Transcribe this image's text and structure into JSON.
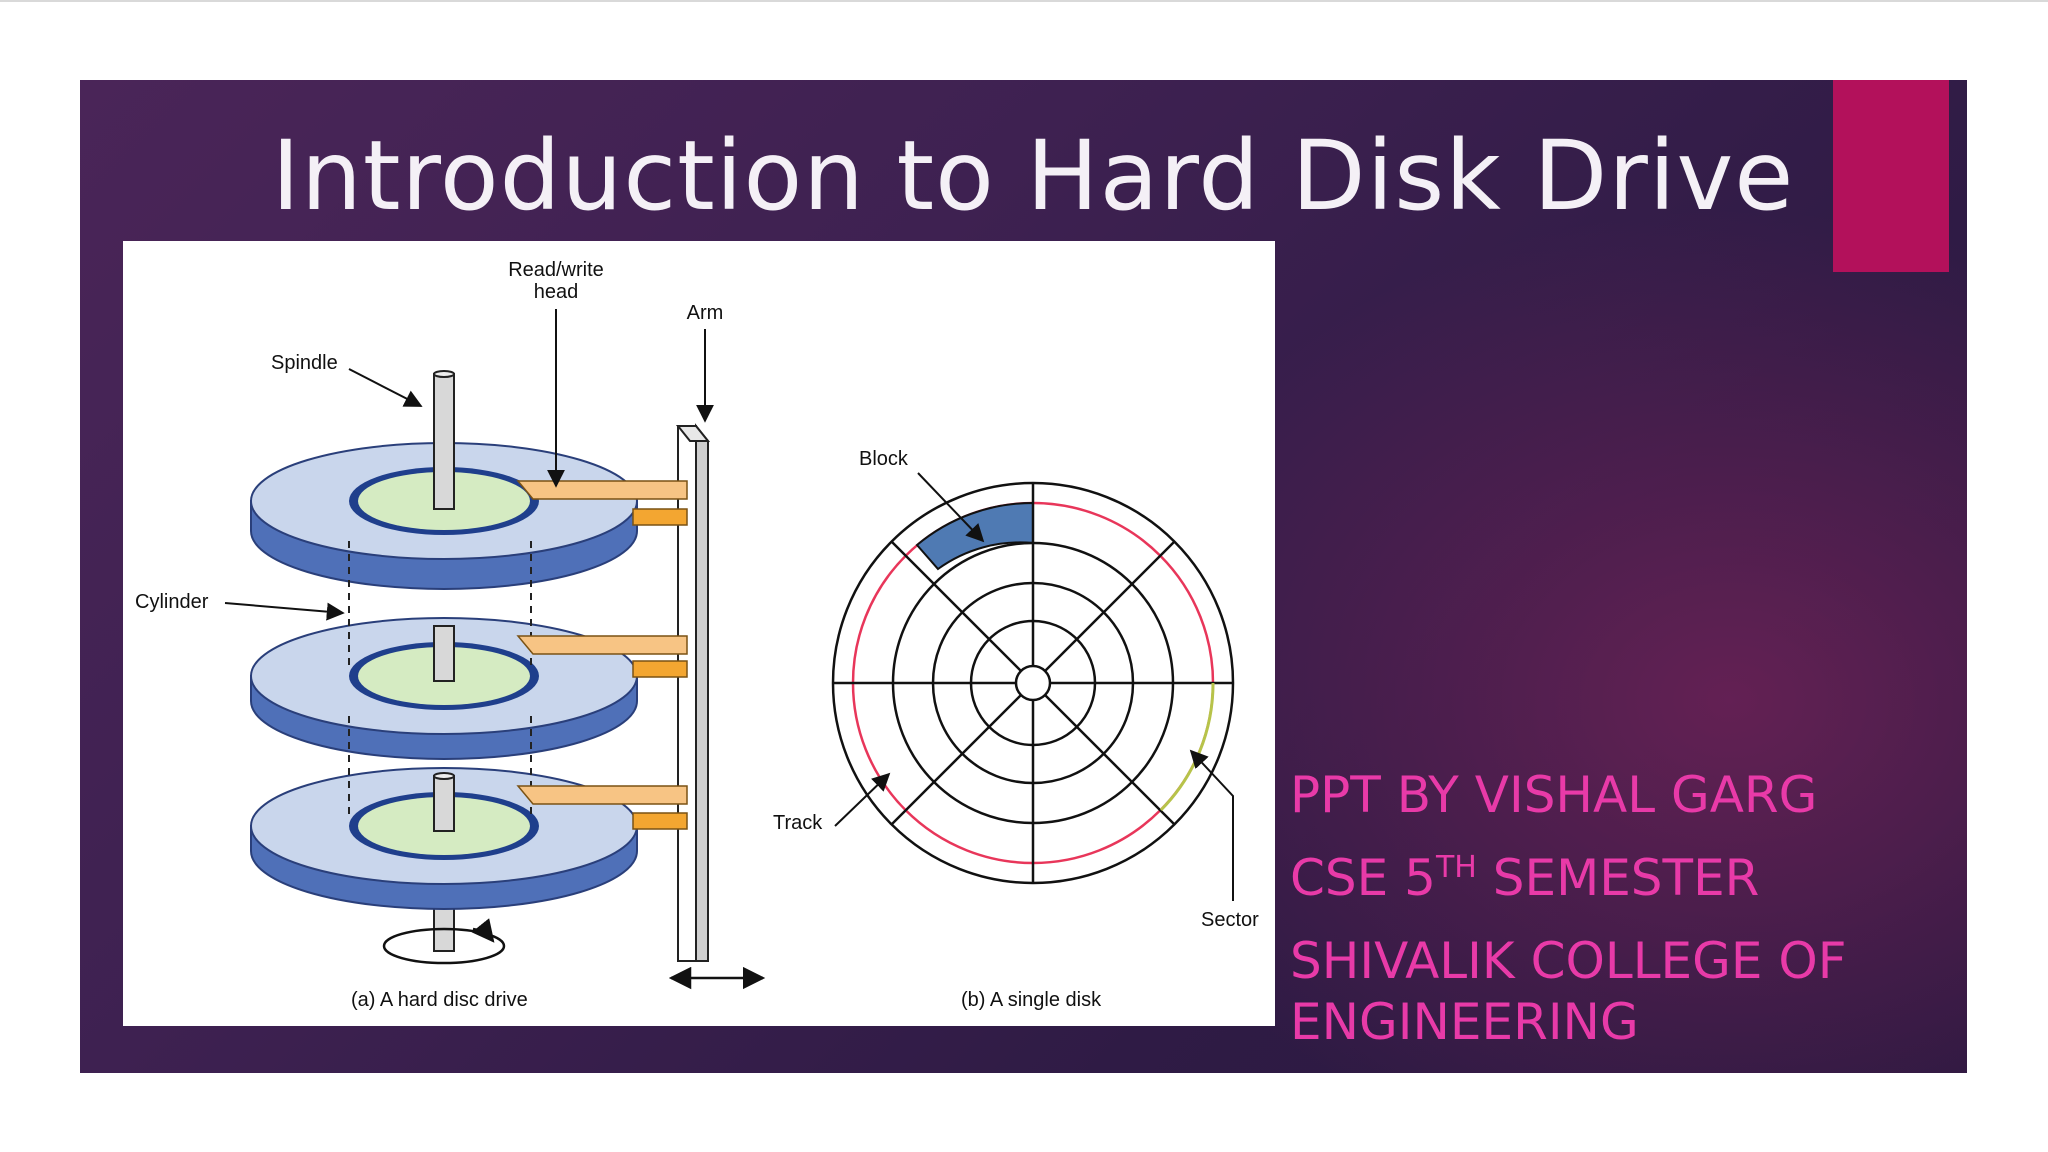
{
  "slide": {
    "title": "Introduction to Hard Disk Drive",
    "colors": {
      "background": "#3e2151",
      "accent": "#b3115b",
      "title": "#f4f0f6",
      "credits": "#e83aa8"
    }
  },
  "figure": {
    "labels": {
      "read_write_head_1": "Read/write",
      "read_write_head_2": "head",
      "arm": "Arm",
      "spindle": "Spindle",
      "cylinder": "Cylinder",
      "block": "Block",
      "track": "Track",
      "sector": "Sector",
      "caption_a": "(a) A hard disc drive",
      "caption_b": "(b) A single disk"
    }
  },
  "credits": {
    "line1": "PPT BY VISHAL GARG",
    "line2_pre": "CSE 5",
    "line2_sup": "TH",
    "line2_post": " SEMESTER",
    "line3": "SHIVALIK COLLEGE OF",
    "line4": "ENGINEERING"
  }
}
